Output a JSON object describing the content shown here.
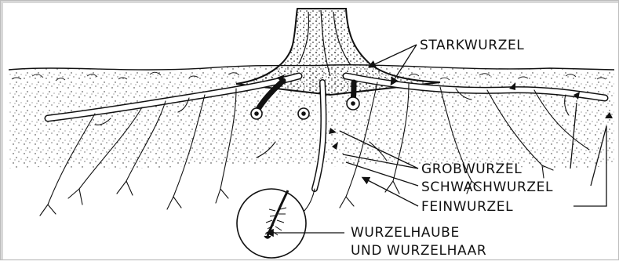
{
  "labels": {
    "starkwurzel": "STARKWURZEL",
    "grobwurzel": "GROBWURZEL",
    "schwachwurzel": "SCHWACHWURZEL",
    "feinwurzel": "FEINWURZEL",
    "wurzelhaube_line1": "WURZELHAUBE",
    "wurzelhaube_line2": "UND WURZELHAAR"
  },
  "colors": {
    "ink": "#111111",
    "background": "#ffffff",
    "frame": "#d8d8d8"
  }
}
